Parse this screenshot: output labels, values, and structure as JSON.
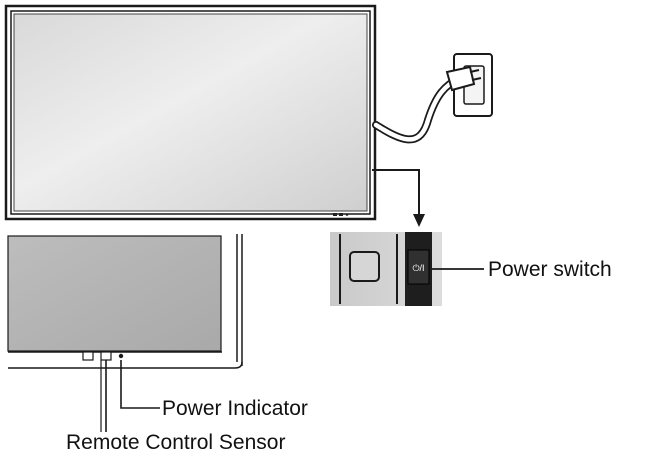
{
  "labels": {
    "power_switch": "Power switch",
    "power_indicator": "Power Indicator",
    "remote_control_sensor": "Remote Control Sensor"
  },
  "switch_glyph": "⏻/I",
  "icons": [
    "display-panel",
    "wall-outlet-icon",
    "power-plug-icon",
    "power-switch-icon",
    "remote-sensor-icon",
    "power-led-icon"
  ]
}
